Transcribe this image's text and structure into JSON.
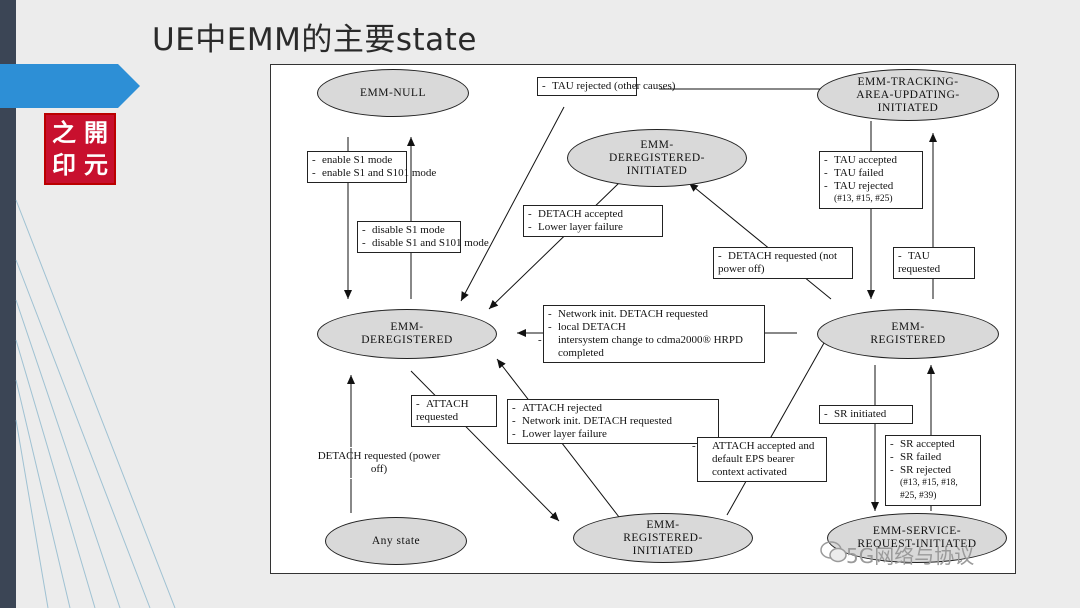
{
  "title": "UE中EMM的主要state",
  "logo": {
    "text": [
      "之",
      "開",
      "印",
      "元"
    ]
  },
  "watermark": "5G网络与协议",
  "states": {
    "emm_null": "EMM-NULL",
    "emm_deregistered": "EMM-\nDEREGISTERED",
    "emm_dereg_initiated": "EMM-\nDEREGISTERED-\nINITIATED",
    "emm_tau_initiated": "EMM-TRACKING-\nAREA-UPDATING-\nINITIATED",
    "emm_registered": "EMM-\nREGISTERED",
    "emm_reg_initiated": "EMM-\nREGISTERED-\nINITIATED",
    "any_state": "Any state",
    "emm_sr_initiated": "EMM-SERVICE-\nREQUEST-INITIATED"
  },
  "transitions": {
    "enable_s1": {
      "items": [
        "enable S1 mode",
        "enable S1 and S101 mode"
      ]
    },
    "disable_s1": {
      "items": [
        "disable S1 mode",
        "disable S1 and S101 mode"
      ]
    },
    "tau_rejected_other": {
      "items": [
        "TAU rejected (other causes)"
      ]
    },
    "detach_accepted": {
      "items": [
        "DETACH accepted",
        "Lower layer failure"
      ]
    },
    "tau_results": {
      "items": [
        "TAU accepted",
        "TAU failed",
        "TAU rejected"
      ],
      "note": "(#13, #15, #25)"
    },
    "detach_not_power_off": {
      "items": [
        "DETACH requested (not power off)"
      ]
    },
    "tau_requested": {
      "items": [
        "TAU requested"
      ]
    },
    "network_detach": {
      "items": [
        "Network init. DETACH requested",
        "local DETACH",
        "intersystem change to cdma2000® HRPD completed"
      ]
    },
    "attach_requested": {
      "items": [
        "ATTACH requested"
      ]
    },
    "attach_rejected": {
      "items": [
        "ATTACH rejected",
        "Network init. DETACH requested",
        "Lower layer failure"
      ]
    },
    "sr_initiated": {
      "items": [
        "SR initiated"
      ]
    },
    "attach_accepted": {
      "items": [
        "ATTACH accepted and default EPS bearer context activated"
      ]
    },
    "sr_results": {
      "items": [
        "SR accepted",
        "SR failed",
        "SR rejected"
      ],
      "note": "(#13, #15, #18, #25, #39)"
    },
    "detach_power_off": {
      "items": [
        "DETACH requested (power off)"
      ]
    }
  }
}
